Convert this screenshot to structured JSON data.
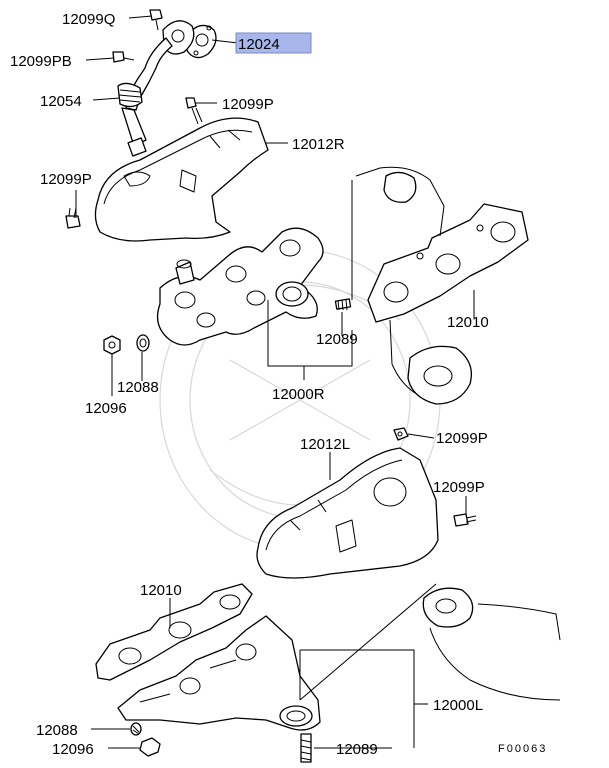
{
  "diagram": {
    "highlight_color": "#a9b6ec",
    "footer_code": "F00063",
    "callouts": [
      {
        "id": "c1",
        "text": "12099Q"
      },
      {
        "id": "c2",
        "text": "12099PB"
      },
      {
        "id": "c3",
        "text": "12024",
        "highlighted": true
      },
      {
        "id": "c4",
        "text": "12054"
      },
      {
        "id": "c5",
        "text": "12099P"
      },
      {
        "id": "c6",
        "text": "12012R"
      },
      {
        "id": "c7",
        "text": "12099P"
      },
      {
        "id": "c8",
        "text": "12010"
      },
      {
        "id": "c9",
        "text": "12089"
      },
      {
        "id": "c10",
        "text": "12088"
      },
      {
        "id": "c11",
        "text": "12096"
      },
      {
        "id": "c12",
        "text": "12000R"
      },
      {
        "id": "c13",
        "text": "12012L"
      },
      {
        "id": "c14",
        "text": "12099P"
      },
      {
        "id": "c15",
        "text": "12099P"
      },
      {
        "id": "c16",
        "text": "12010"
      },
      {
        "id": "c17",
        "text": "12000L"
      },
      {
        "id": "c18",
        "text": "12088"
      },
      {
        "id": "c19",
        "text": "12096"
      },
      {
        "id": "c20",
        "text": "12089"
      }
    ]
  }
}
